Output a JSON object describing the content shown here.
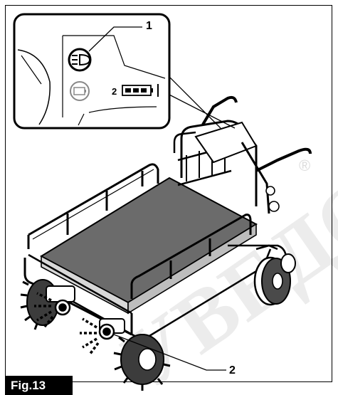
{
  "figure": {
    "label": "Fig.13",
    "callouts": [
      "1",
      "2"
    ]
  },
  "panel": {
    "indicator_number": "2"
  },
  "watermark": {
    "text": "УВЕДОМЛЕНИЯ",
    "symbol": "®"
  },
  "colors": {
    "ink": "#000000",
    "watermark": "#e6e6e6",
    "bed": "#666666",
    "wheel": "#333333"
  }
}
